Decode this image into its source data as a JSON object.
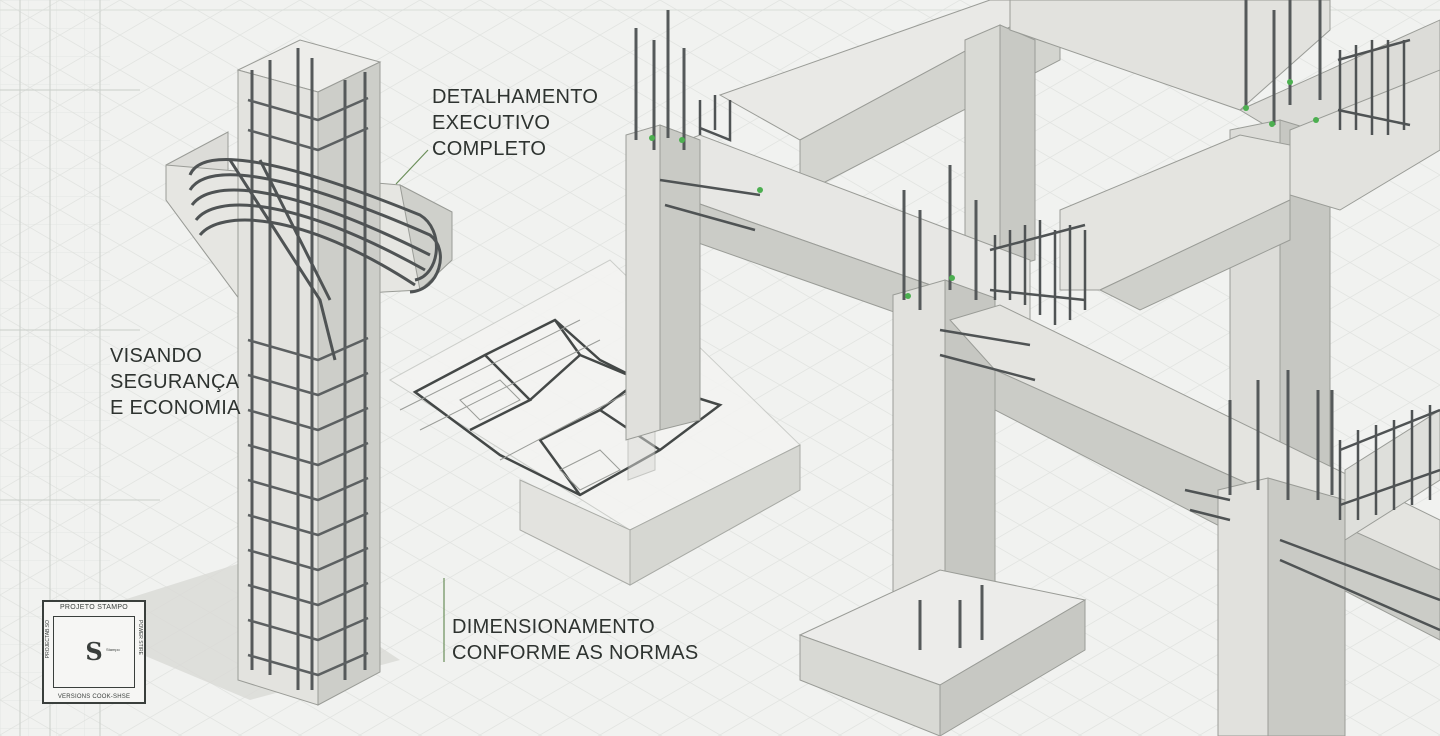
{
  "labels": {
    "detailing": [
      "DETALHAMENTO",
      "EXECUTIVO",
      "COMPLETO"
    ],
    "safety": [
      "VISANDO",
      "SEGURANÇA",
      "E ECONOMIA"
    ],
    "norms": [
      "DIMENSIONAMENTO",
      "CONFORME AS NORMAS"
    ]
  },
  "stamp": {
    "top_text": "PROJETO STAMPO",
    "bottom_text": "VERSIONS COOK-SHSE",
    "side_left": "PROJECTAB.SO",
    "side_right": "POWER STIRE",
    "logo": "S",
    "logo_caption": "Stampo"
  },
  "colors": {
    "background": "#f1f2f0",
    "concrete_light": "#e9e9e6",
    "concrete_mid": "#d5d6d2",
    "concrete_dark": "#bdbeb9",
    "rebar": "#55595a",
    "accent_green": "#4caf50",
    "grid": "#d8dcd8"
  }
}
